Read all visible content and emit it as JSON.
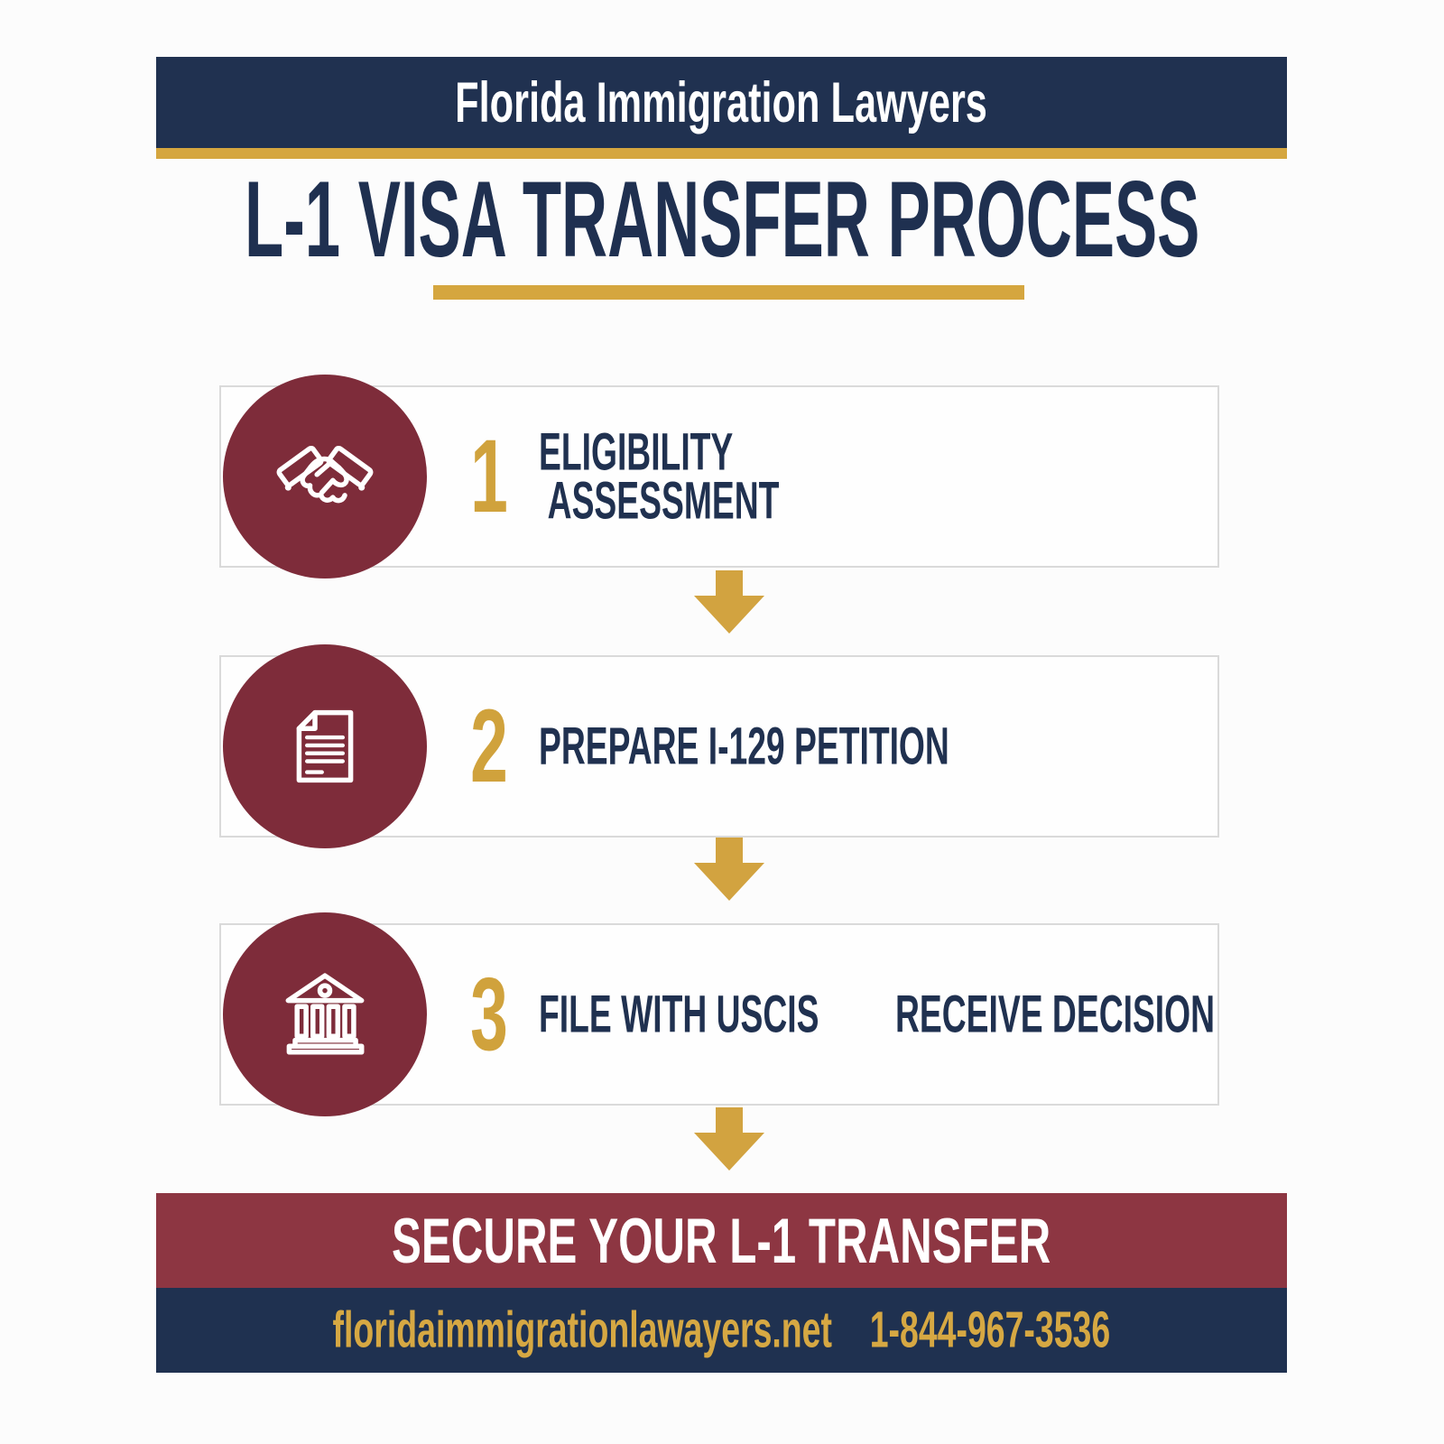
{
  "title_bar": {
    "brand": "Florida Immigration Lawyers"
  },
  "page_title": "L-1 VISA TRANSFER PROCESS",
  "steps": [
    {
      "number": "1",
      "icon": "handshake-icon",
      "lines": [
        "ELIGIBILITY",
        "ASSESSMENT"
      ]
    },
    {
      "number": "2",
      "icon": "document-icon",
      "label": "PREPARE I-129 PETITION"
    },
    {
      "number": "3",
      "icon": "bank-building-icon",
      "label": "FILE WITH USCIS",
      "label_right": "RECEIVE DECISION"
    }
  ],
  "cta_banner": {
    "text": "SECURE YOUR L-1 TRANSFER"
  },
  "footer": {
    "website": "floridaimmigrationlawayers.net",
    "phone": "1-844-967-3536"
  },
  "colors": {
    "navy": "#203150",
    "gold": "#D5A63F",
    "maroon_circle": "#7E2C3A",
    "maroon_banner": "#8D3642",
    "step_text": "#203150",
    "box_border": "#DADADA",
    "background": "#FCFCFC",
    "banner_text": "#FFFFFF",
    "footer_text": "#D6A843"
  }
}
